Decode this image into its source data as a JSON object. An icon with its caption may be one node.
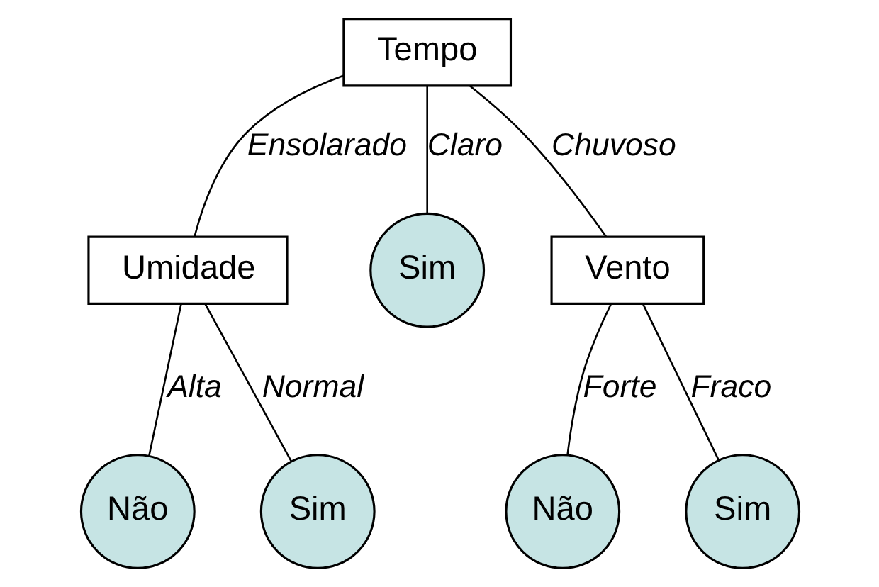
{
  "diagram": {
    "nodes": [
      {
        "text": [
          "Tempo"
        ]
      },
      {
        "text": [
          "Umidade"
        ]
      },
      {
        "text": [
          "Sim"
        ]
      },
      {
        "text": [
          "Vento"
        ]
      },
      {
        "text": [
          "Não"
        ]
      },
      {
        "text": [
          "Sim"
        ]
      },
      {
        "text": [
          "Não"
        ]
      },
      {
        "text": [
          "Sim"
        ]
      }
    ],
    "edges": [
      {
        "from": 0,
        "to": 1,
        "arrow": "none",
        "label": "Ensolarado"
      },
      {
        "from": 0,
        "to": 2,
        "arrow": "none",
        "label": "Claro"
      },
      {
        "from": 0,
        "to": 3,
        "arrow": "none",
        "label": "Chuvoso"
      },
      {
        "from": 1,
        "to": 4,
        "arrow": "none",
        "label": "Alta"
      },
      {
        "from": 1,
        "to": 5,
        "arrow": "none",
        "label": "Normal"
      },
      {
        "from": 3,
        "to": 6,
        "arrow": "none",
        "label": "Forte"
      },
      {
        "from": 3,
        "to": 7,
        "arrow": "none",
        "label": "Fraco"
      }
    ]
  }
}
